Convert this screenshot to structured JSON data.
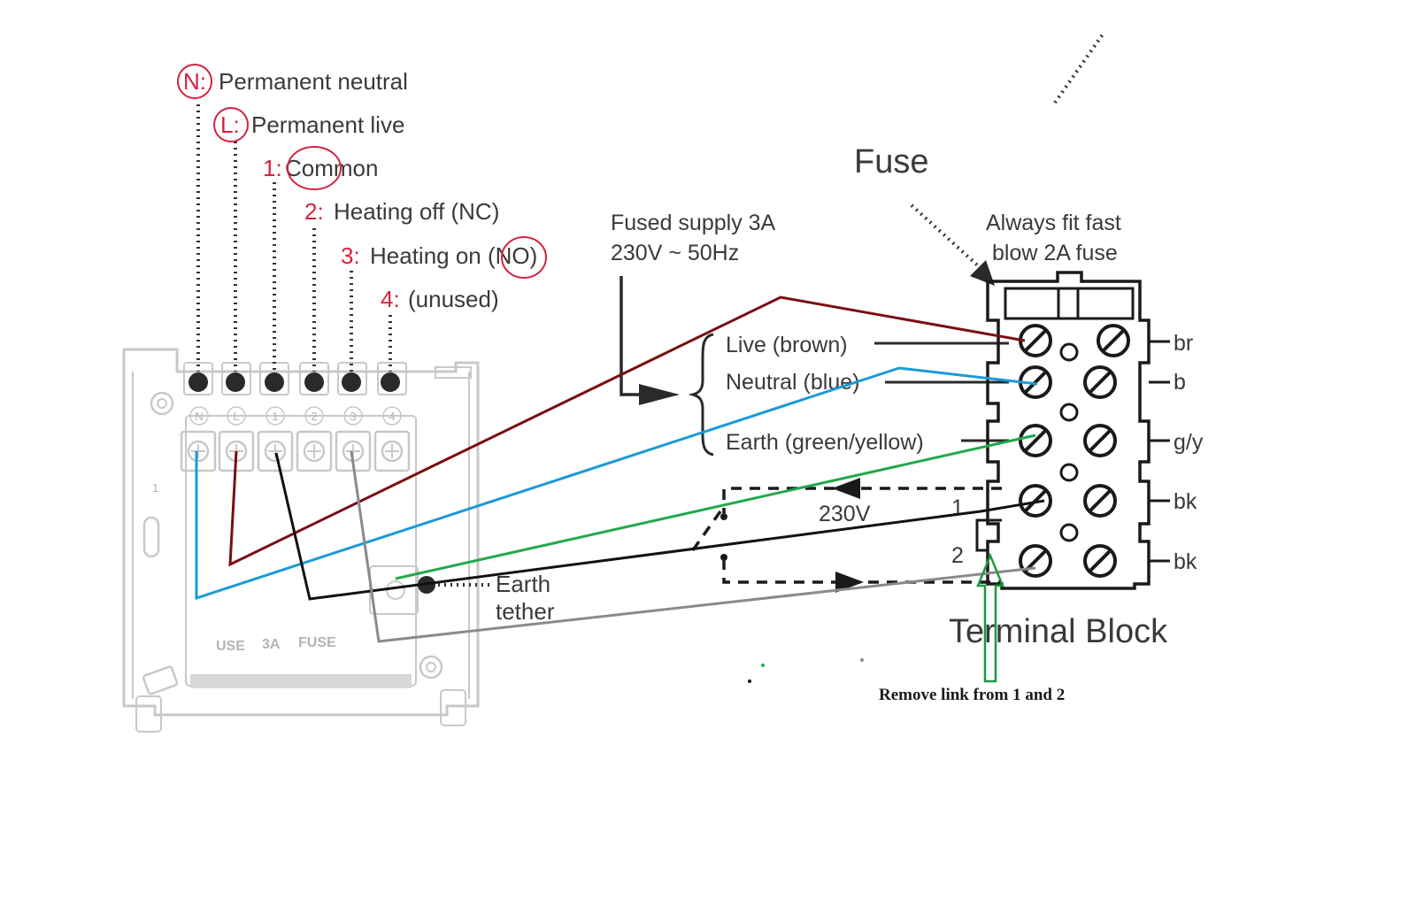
{
  "colors": {
    "red_label": "#d4223f",
    "label_text": "#3a3a3a",
    "live_wire": "#7a0d14",
    "neutral_wire": "#1a9ad6",
    "earth_wire": "#22a84a",
    "common_wire": "#111111",
    "no_wire": "#8a8a8a",
    "annotation": "#1c9a3c",
    "device_outline": "#c8c8c8"
  },
  "thermostat": {
    "terminals": [
      {
        "code": "N:",
        "desc": "Permanent neutral"
      },
      {
        "code": "L:",
        "desc": "Permanent live"
      },
      {
        "code": "1:",
        "desc": "Common"
      },
      {
        "code": "2:",
        "desc": "Heating off (NC)"
      },
      {
        "code": "3:",
        "desc": "Heating on (NO)"
      },
      {
        "code": "4:",
        "desc": "(unused)"
      }
    ],
    "base_numbers": [
      "N",
      "L",
      "1",
      "2",
      "3",
      "4"
    ],
    "side_mark": "1",
    "bottom_text": [
      "USE",
      "3A",
      "FUSE"
    ],
    "earth_tether": [
      "Earth",
      "tether"
    ]
  },
  "fused_spur": {
    "fuse_title": "Fuse",
    "supply": [
      "Fused supply 3A",
      "230V ~ 50Hz"
    ],
    "fuse_note": [
      "Always fit fast",
      "blow 2A fuse"
    ],
    "inputs": [
      "Live (brown)",
      "Neutral (blue)",
      "Earth (green/yellow)"
    ],
    "outputs": [
      "br",
      "b",
      "g/y",
      "bk",
      "bk"
    ],
    "switch_voltage": "230V",
    "switch_terminals": [
      "1",
      "2"
    ],
    "block_title": "Terminal Block"
  },
  "annotation": {
    "text": "Remove link from 1 and 2"
  }
}
